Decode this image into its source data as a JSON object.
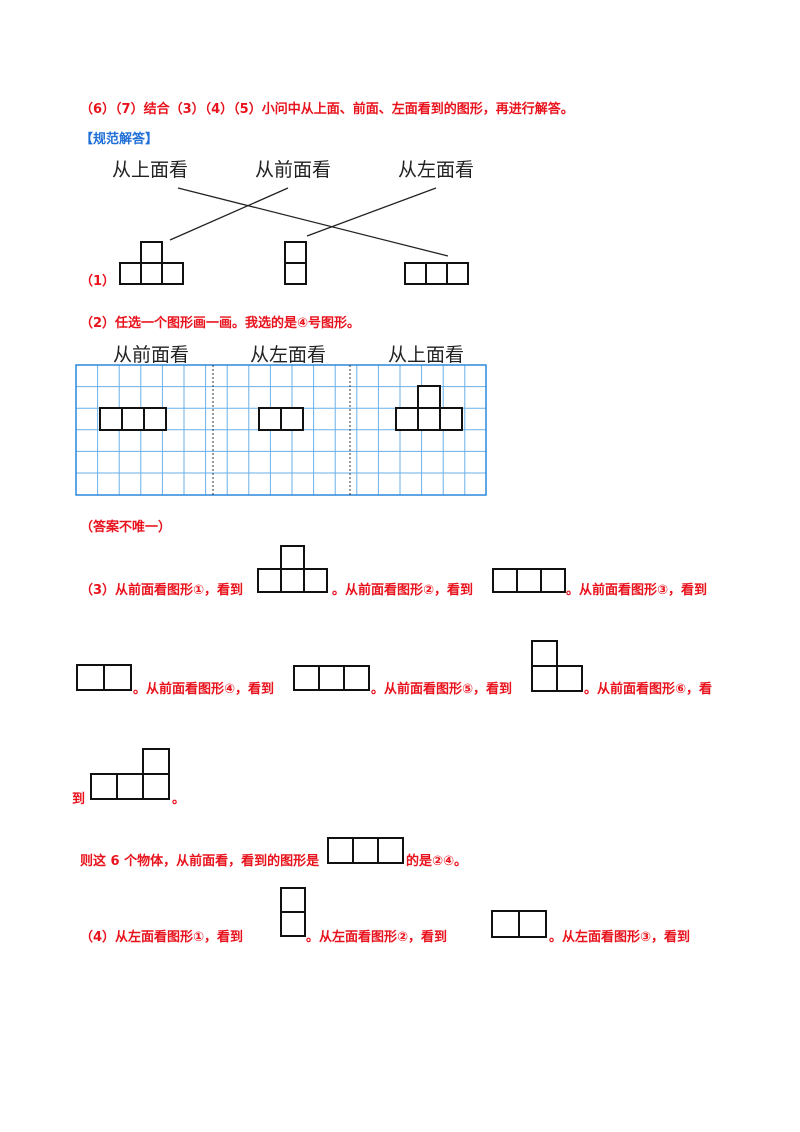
{
  "line_intro": "（6）（7）结合（3）（4）（5）小问中从上面、前面、左面看到的图形，再进行解答。",
  "section_header": "【规范解答】",
  "part1": {
    "labels": [
      "从上面看",
      "从前面看",
      "从左面看"
    ],
    "marker": "（1）"
  },
  "part2": {
    "text": "（2）任选一个图形画一画。我选的是④号图形。",
    "labels": [
      "从前面看",
      "从左面看",
      "从上面看"
    ],
    "note": "（答案不唯一）"
  },
  "part3": {
    "p1": "（3）从前面看图形①，看到",
    "p2": "。从前面看图形②，看到",
    "p3": "。从前面看图形③，看到",
    "p4": "。从前面看图形④，看到",
    "p5": "。从前面看图形⑤，看到",
    "p6": "。从前面看图形⑥，看",
    "p7": "到",
    "p8": "。",
    "summary_a": "则这 6 个物体，从前面看，看到的图形是",
    "summary_b": "的是②④。"
  },
  "part4": {
    "p1": "（4）从左面看图形①，看到",
    "p2": "。从左面看图形②，看到",
    "p3": "。从左面看图形③，看到"
  }
}
